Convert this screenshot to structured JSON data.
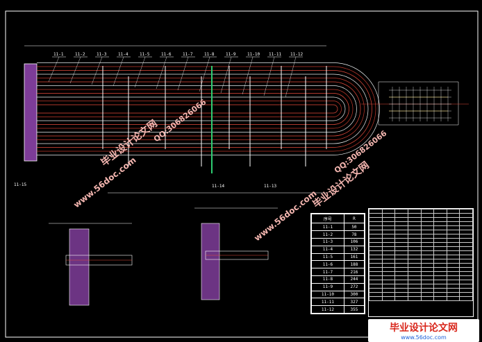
{
  "labels_top": [
    "11-1",
    "11-2",
    "11-3",
    "11-4",
    "11-5",
    "11-6",
    "11-7",
    "11-8",
    "11-9",
    "11-10",
    "11-11",
    "11-12"
  ],
  "label_left": "11-15",
  "label_mid": "11-14",
  "label_right": "11-13",
  "r_table": {
    "header": [
      "序号",
      "R"
    ],
    "rows": [
      [
        "11-1",
        "50"
      ],
      [
        "11-2",
        "78"
      ],
      [
        "11-3",
        "106"
      ],
      [
        "11-4",
        "132"
      ],
      [
        "11-5",
        "161"
      ],
      [
        "11-6",
        "188"
      ],
      [
        "11-7",
        "216"
      ],
      [
        "11-8",
        "244"
      ],
      [
        "11-9",
        "272"
      ],
      [
        "11-10",
        "300"
      ],
      [
        "11-11",
        "327"
      ],
      [
        "11-12",
        "355"
      ]
    ]
  },
  "watermarks": {
    "site_cn": "毕业设计论文网",
    "site_url": "www.56doc.com",
    "qq": "QQ:306826066"
  },
  "banner": {
    "title": "毕业设计论文网",
    "url": "www.56doc.com"
  },
  "colors": {
    "accent_red": "#d9271c",
    "tube_red": "#c0392b",
    "plate": "#8e44ad",
    "green": "#27ae60",
    "yellow": "#f1c40f"
  }
}
